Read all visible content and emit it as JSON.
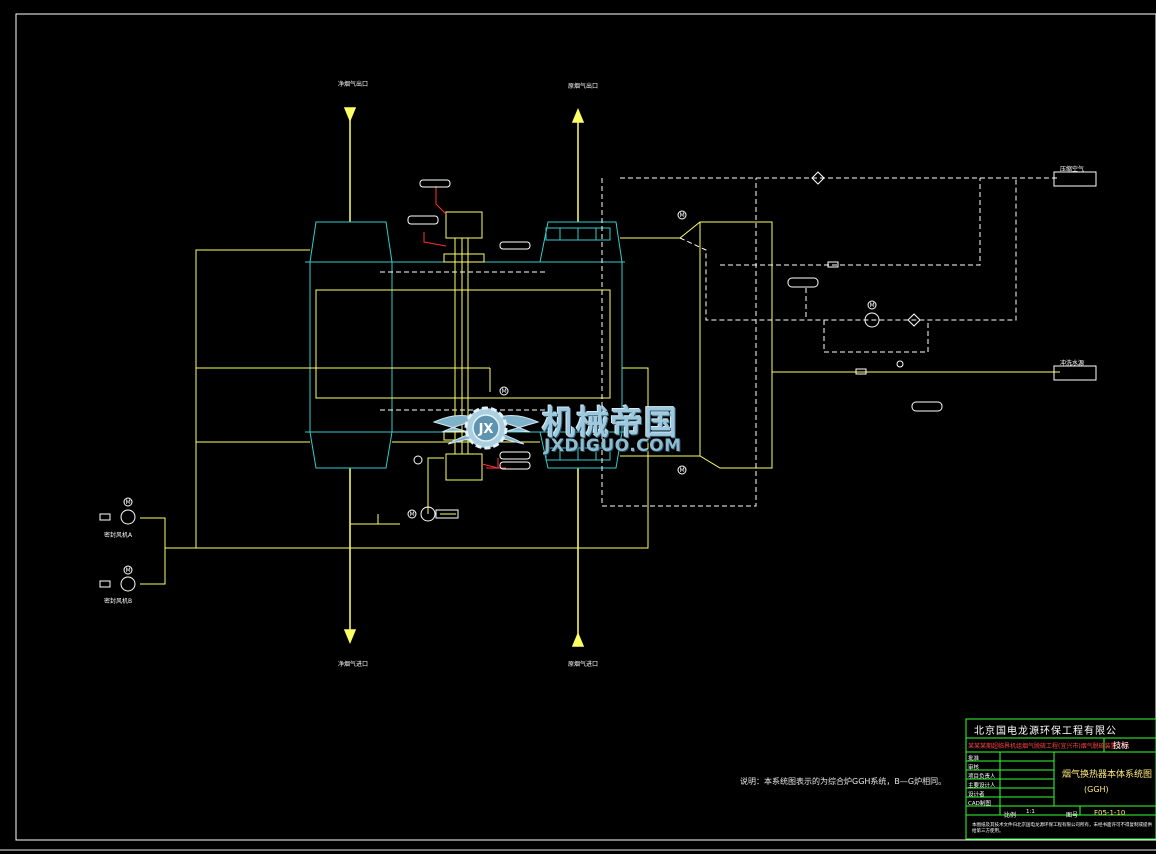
{
  "drawing": {
    "ports": {
      "clean_flue_outlet": "净烟气出口",
      "raw_flue_outlet": "原烟气出口",
      "clean_flue_inlet": "净烟气进口",
      "raw_flue_inlet": "原烟气进口"
    },
    "left_blowers": {
      "upper": "密封风机A",
      "lower": "密封风机B"
    },
    "right_lines": {
      "upper": "压缩空气",
      "lower": "冲洗水源"
    },
    "motor_symbol": "M",
    "note": "说明：本系统图表示的为综合炉GGH系统，B—G炉相同。"
  },
  "title_block": {
    "company": "北京国电龙源环保工程有限公",
    "project": "某某某期超临界机组烟气脱硫工程(宜兴市)烟气脱硫装置工程",
    "stage": "技标",
    "rows": [
      "批准",
      "审核",
      "项目负责人",
      "主要设计人",
      "设计者",
      "CAD制图"
    ],
    "scale_label": "比例",
    "scale_value": "1:1",
    "drawing_title": "烟气换热器本体系统图",
    "drawing_subtitle": "(GGH)",
    "number_label": "图号",
    "drawing_number": "F05-1-10",
    "footer": "本图纸及其技术文件归北京国电龙源环保工程有限公司所有，未经书面许可不得复制或提供给第三方使用。"
  },
  "watermark": {
    "cn": "机械帝国",
    "en": "JXDIGUO.COM",
    "badge": "JX"
  },
  "colors": {
    "background": "#000000",
    "border": "#ffffff",
    "main_line": "#ffff66",
    "vessel": "#33cccc",
    "instrument_wire": "#ff3333",
    "dashed_line": "#ffffff",
    "title_block_frame": "#33ff33"
  }
}
